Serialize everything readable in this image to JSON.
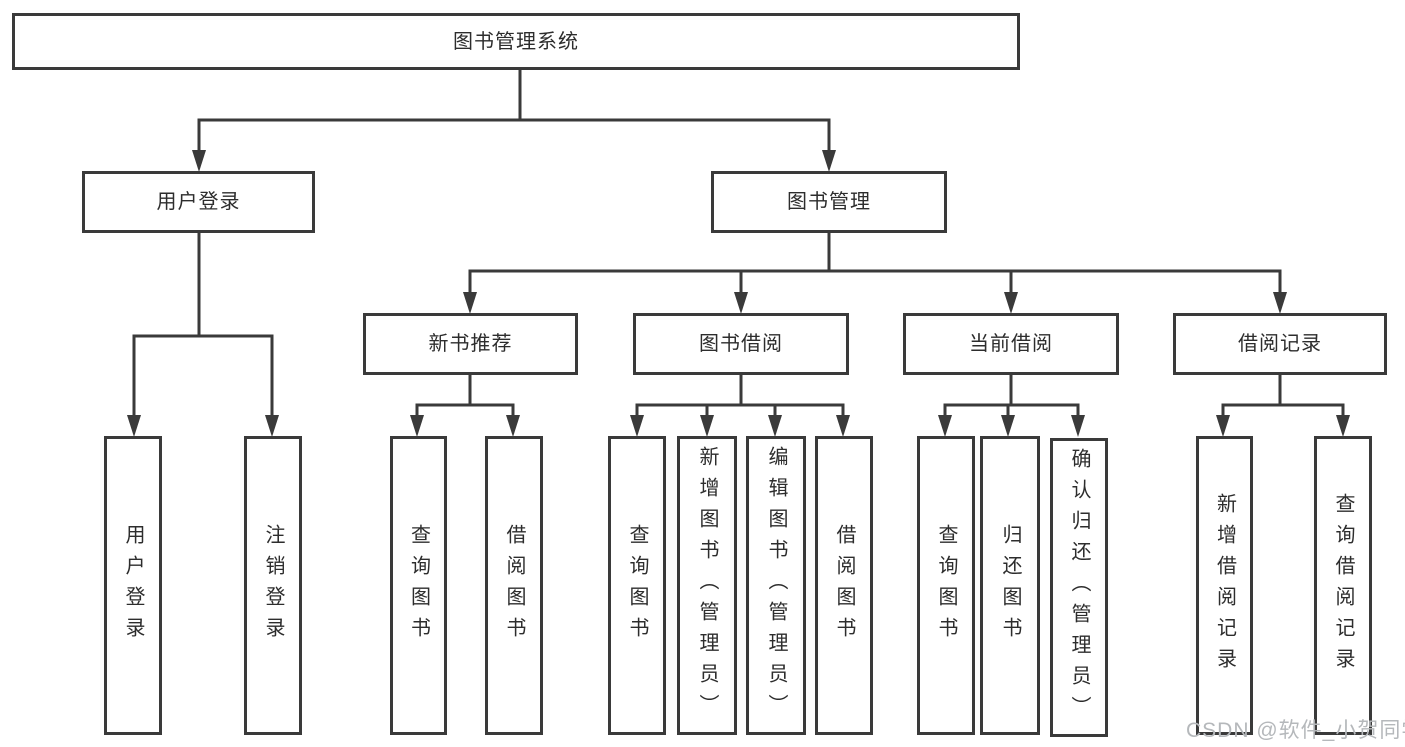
{
  "diagram": {
    "root": {
      "label": "图书管理系统"
    },
    "branches": [
      {
        "label": "用户登录",
        "children": [
          "用户登录",
          "注销登录"
        ]
      },
      {
        "label": "图书管理",
        "children": [
          {
            "label": "新书推荐",
            "children": [
              "查询图书",
              "借阅图书"
            ]
          },
          {
            "label": "图书借阅",
            "children": [
              "查询图书",
              "新增图书（管理员）",
              "编辑图书（管理员）",
              "借阅图书"
            ]
          },
          {
            "label": "当前借阅",
            "children": [
              "查询图书",
              "归还图书",
              "确认归还（管理员）"
            ]
          },
          {
            "label": "借阅记录",
            "children": [
              "新增借阅记录",
              "查询借阅记录"
            ]
          }
        ]
      }
    ]
  },
  "watermark": "CSDN @软件_小贺同学",
  "colors": {
    "line": "#3a3a3a",
    "box_border": "#3a3a3a",
    "text": "#2d2d2d",
    "watermark": "#b5b8bb",
    "background": "#ffffff"
  }
}
